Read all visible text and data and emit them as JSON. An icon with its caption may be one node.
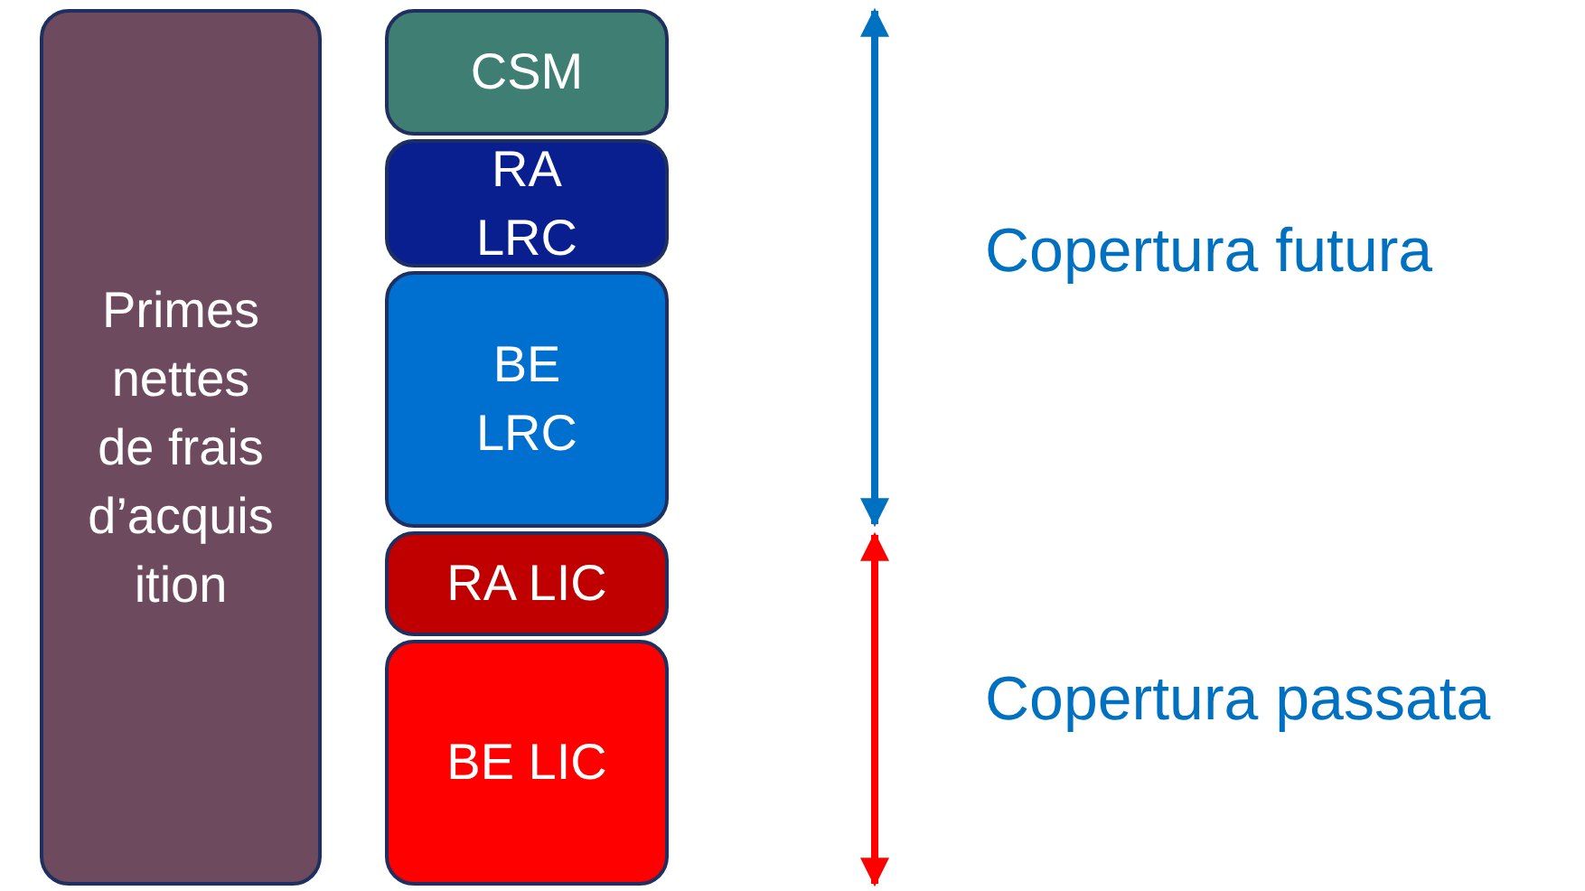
{
  "diagram": {
    "nodes": [
      {
        "text": [
          "Primes nettes de frais d’acquisition"
        ]
      },
      {
        "text": [
          "CSM"
        ]
      },
      {
        "text": [
          "RA LRC"
        ]
      },
      {
        "text": [
          "BE LRC"
        ]
      },
      {
        "text": [
          "RA LIC"
        ]
      },
      {
        "text": [
          "BE LIC"
        ]
      }
    ],
    "edges": [],
    "labels": [
      "Copertura futura",
      "Copertura passata"
    ]
  }
}
